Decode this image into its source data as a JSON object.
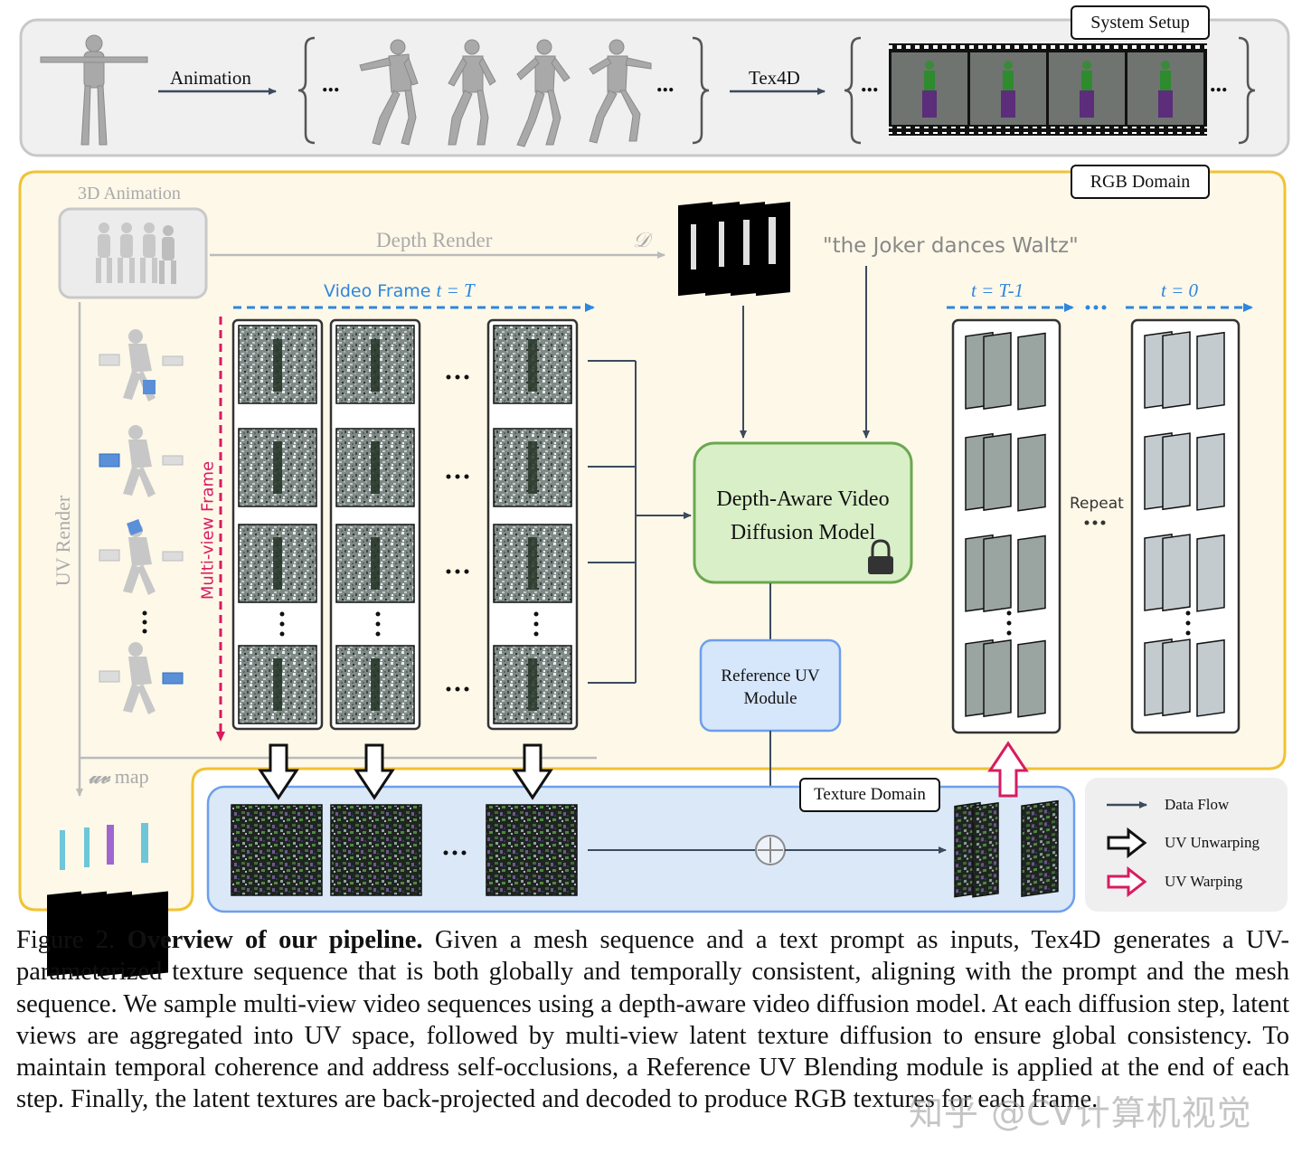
{
  "top_panel": {
    "system_setup": "System Setup",
    "animation_label": "Animation",
    "tex4d_label": "Tex4D",
    "ellipsis": "..."
  },
  "rgb_panel": {
    "rgb_domain": "RGB Domain",
    "animation_3d": "3D Animation",
    "depth_render": "Depth Render",
    "depth_symbol": "𝒟",
    "prompt": "\"the Joker dances Waltz\"",
    "video_frame_prefix": "Video Frame ",
    "video_frame_var": "t = T",
    "uv_render": "UV Render",
    "multiview_frame": "Multi-view Frame",
    "t_minus": "t = T-1",
    "t_zero": "t = 0",
    "repeat": "Repeat",
    "model_line1": "Depth-Aware Video",
    "model_line2": "Diffusion Model",
    "ref_line1": "Reference UV",
    "ref_line2": "Module",
    "uv_map_symbol": "𝓊𝓋",
    "uv_map_word": " map"
  },
  "texture_panel": {
    "texture_domain": "Texture Domain"
  },
  "legend": {
    "data_flow": "Data Flow",
    "uv_unwarping": "UV Unwarping",
    "uv_warping": "UV Warping"
  },
  "caption": {
    "figure_label": "Figure 2.",
    "bold_title": "Overview of our pipeline.",
    "body": "Given a mesh sequence and a text prompt as inputs, Tex4D generates a UV-parameterized texture sequence that is both globally and temporally consistent, aligning with the prompt and the mesh sequence. We sample multi-view video sequences using a depth-aware video diffusion model. At each diffusion step, latent views are aggregated into UV space, followed by multi-view latent texture diffusion to ensure global consistency.  To maintain temporal coherence and address self-occlusions, a Reference UV Blending module is applied at the end of each step. Finally, the latent textures are back-projected and decoded to produce RGB textures for each frame."
  },
  "watermark": "知乎 @CV计算机视觉",
  "colors": {
    "top_panel_bg": "#f0f0f0",
    "rgb_panel_bg": "#fdf8e8",
    "rgb_panel_border": "#f1c232",
    "texture_panel_bg": "#dbe8f8",
    "model_box_bg": "#d9efc8",
    "model_box_border": "#6aa84f",
    "ref_box_bg": "#d6e6fb",
    "accent_blue": "#2e86de",
    "accent_magenta": "#d81b60"
  }
}
